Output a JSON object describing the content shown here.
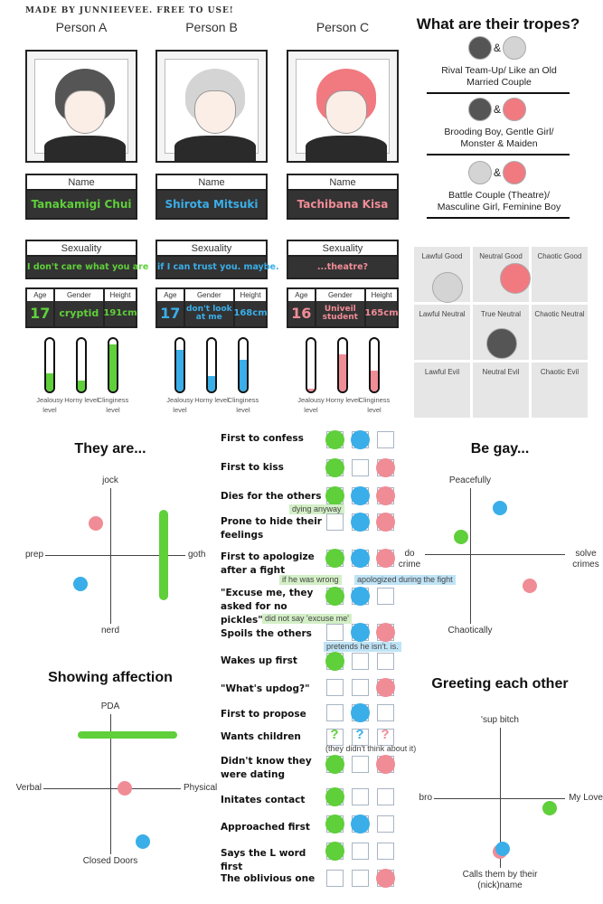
{
  "credit": "MADE BY JUNNIEEVEE. FREE TO USE!",
  "colors": {
    "green": "#5fcf3a",
    "blue": "#3aaee8",
    "pink": "#f08c96",
    "dark": "#333333"
  },
  "persons": [
    {
      "label": "Person A",
      "name_header": "Name",
      "name": "Tanakamigi Chui",
      "sexuality_header": "Sexuality",
      "sexuality": "I don't care what you are",
      "age_header": "Age",
      "age": "17",
      "gender_header": "Gender",
      "gender": "cryptid",
      "height_header": "Height",
      "height": "191cm",
      "color": "#5fcf3a",
      "hair": "#555555",
      "levels": [
        {
          "label": "Jealousy level",
          "value": 0.35
        },
        {
          "label": "Horny level",
          "value": 0.2
        },
        {
          "label": "Clinginess level",
          "value": 0.9
        }
      ]
    },
    {
      "label": "Person B",
      "name_header": "Name",
      "name": "Shirota Mitsuki",
      "sexuality_header": "Sexuality",
      "sexuality": "if I can trust you. maybe.",
      "age_header": "Age",
      "age": "17",
      "gender_header": "Gender",
      "gender": "don't look at me",
      "height_header": "Height",
      "height": "168cm",
      "color": "#3aaee8",
      "hair": "#d4d4d4",
      "levels": [
        {
          "label": "Jealousy level",
          "value": 0.8
        },
        {
          "label": "Horny level",
          "value": 0.3
        },
        {
          "label": "Clinginess level",
          "value": 0.6
        }
      ]
    },
    {
      "label": "Person C",
      "name_header": "Name",
      "name": "Tachibana Kisa",
      "sexuality_header": "Sexuality",
      "sexuality": "...theatre?",
      "age_header": "Age",
      "age": "16",
      "gender_header": "Gender",
      "gender": "Univeil student",
      "height_header": "Height",
      "height": "165cm",
      "color": "#f08c96",
      "hair": "#f07a80",
      "levels": [
        {
          "label": "Jealousy level",
          "value": 0.05
        },
        {
          "label": "Horny level",
          "value": 0.7
        },
        {
          "label": "Clinginess level",
          "value": 0.4
        }
      ]
    }
  ],
  "tropes": {
    "title": "What are their tropes?",
    "amp": "&",
    "items": [
      {
        "pair": [
          0,
          1
        ],
        "text": "Rival Team-Up/ Like an Old Married Couple"
      },
      {
        "pair": [
          0,
          2
        ],
        "text": "Brooding Boy, Gentle Girl/ Monster & Maiden"
      },
      {
        "pair": [
          1,
          2
        ],
        "text": "Battle Couple (Theatre)/ Masculine Girl, Feminine Boy"
      }
    ]
  },
  "alignment": {
    "cells": [
      "Lawful Good",
      "Neutral Good",
      "Chaotic Good",
      "Lawful Neutral",
      "True Neutral",
      "Chaotic Neutral",
      "Lawful Evil",
      "Neutral Evil",
      "Chaotic Evil"
    ],
    "placements": [
      {
        "person": 1,
        "cell": "Lawful Good"
      },
      {
        "person": 2,
        "cell": "Neutral Good"
      },
      {
        "person": 0,
        "cell": "True Neutral"
      }
    ]
  },
  "charts": [
    {
      "title": "They are...",
      "top": "jock",
      "bottom": "nerd",
      "left": "prep",
      "right": "goth",
      "points": [
        {
          "person": 2,
          "x": -0.25,
          "y": 0.55
        },
        {
          "person": 1,
          "x": -0.5,
          "y": -0.5
        },
        {
          "person": 0,
          "x": 0.9,
          "y": 0.0,
          "spread": "vertical"
        }
      ]
    },
    {
      "title": "Be gay...",
      "top": "Peacefully",
      "bottom": "Chaotically",
      "left": "do crime",
      "right": "solve crimes",
      "points": [
        {
          "person": 1,
          "x": 0.5,
          "y": 0.8
        },
        {
          "person": 0,
          "x": -0.15,
          "y": 0.3
        },
        {
          "person": 2,
          "x": 1.0,
          "y": -0.55
        }
      ]
    },
    {
      "title": "Showing affection",
      "top": "PDA",
      "bottom": "Closed Doors",
      "left": "Verbal",
      "right": "Physical",
      "points": [
        {
          "person": 0,
          "x": 0.3,
          "y": 0.9,
          "spread": "horizontal"
        },
        {
          "person": 2,
          "x": 0.25,
          "y": 0.0
        },
        {
          "person": 1,
          "x": 0.55,
          "y": -0.9
        }
      ]
    },
    {
      "title": "Greeting each other",
      "top": "'sup bitch",
      "bottom": "Calls them by their (nick)name",
      "left": "bro",
      "right": "My Love",
      "points": [
        {
          "person": 0,
          "x": 0.9,
          "y": -0.17
        },
        {
          "person": 2,
          "x": 0.0,
          "y": -0.9
        },
        {
          "person": 1,
          "x": 0.05,
          "y": -0.85
        }
      ]
    }
  ],
  "checklist": [
    {
      "label": "First to confess",
      "marks": [
        true,
        true,
        false
      ]
    },
    {
      "label": "First to kiss",
      "marks": [
        true,
        false,
        true
      ]
    },
    {
      "label": "Dies for the others",
      "marks": [
        true,
        true,
        true
      ],
      "notes": [
        {
          "text": "dying anyway",
          "person": 0
        }
      ]
    },
    {
      "label": "Prone to hide their feelings",
      "marks": [
        false,
        true,
        true
      ]
    },
    {
      "label": "First to apologize after a fight",
      "marks": [
        true,
        true,
        true
      ],
      "notes": [
        {
          "text": "if he was wrong",
          "person": 0
        },
        {
          "text": "apologized during the fight",
          "person": 1
        }
      ]
    },
    {
      "label": "\"Excuse me, they asked for no pickles\"",
      "marks": [
        true,
        true,
        false
      ],
      "notes": [
        {
          "text": "did not say 'excuse me'",
          "person": 0
        }
      ]
    },
    {
      "label": "Spoils the others",
      "marks": [
        false,
        true,
        true
      ],
      "notes": [
        {
          "text": "pretends he isn't. is.",
          "person": 1
        }
      ]
    },
    {
      "label": "Wakes up first",
      "marks": [
        true,
        false,
        false
      ]
    },
    {
      "label": "\"What's updog?\"",
      "marks": [
        false,
        false,
        true
      ]
    },
    {
      "label": "First to propose",
      "marks": [
        false,
        true,
        false
      ]
    },
    {
      "label": "Wants children",
      "marks": [
        "?",
        "?",
        "?"
      ],
      "notes": [
        {
          "text": "(they didn't think about it)",
          "person": null
        }
      ]
    },
    {
      "label": "Didn't know they were dating",
      "marks": [
        true,
        false,
        true
      ]
    },
    {
      "label": "Initates contact",
      "marks": [
        true,
        false,
        false
      ]
    },
    {
      "label": "Approached first",
      "marks": [
        true,
        true,
        false
      ]
    },
    {
      "label": "Says the L word first",
      "marks": [
        true,
        false,
        false
      ]
    },
    {
      "label": "The oblivious one",
      "marks": [
        false,
        false,
        true
      ]
    }
  ]
}
